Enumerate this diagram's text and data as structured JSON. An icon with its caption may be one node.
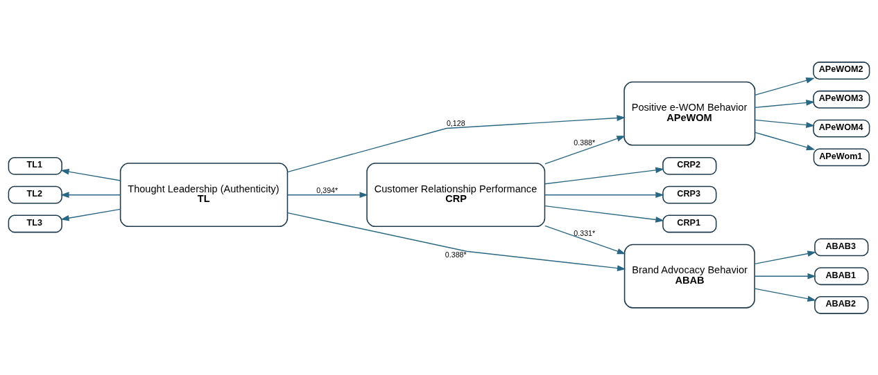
{
  "diagram": {
    "nodes": [
      {
        "text": [
          "TL1"
        ]
      },
      {
        "text": [
          "TL2"
        ]
      },
      {
        "text": [
          "TL3"
        ]
      },
      {
        "text": [
          "Thought Leadership (Authenticity)",
          "TL"
        ]
      },
      {
        "text": [
          "Customer Relationship Performance",
          "CRP"
        ]
      },
      {
        "text": [
          "Positive e-WOM Behavior",
          "APeWOM"
        ]
      },
      {
        "text": [
          "Brand Advocacy Behavior",
          "ABAB"
        ]
      },
      {
        "text": [
          "APeWom1"
        ]
      },
      {
        "text": [
          "APeWOM2"
        ]
      },
      {
        "text": [
          "APeWOM3"
        ]
      },
      {
        "text": [
          "APeWOM4"
        ]
      },
      {
        "text": [
          "CRP1"
        ]
      },
      {
        "text": [
          "CRP2"
        ]
      },
      {
        "text": [
          "CRP3"
        ]
      },
      {
        "text": [
          "ABAB1"
        ]
      },
      {
        "text": [
          "ABAB2"
        ]
      },
      {
        "text": [
          "ABAB3"
        ]
      }
    ],
    "edges": [
      {
        "from": 3,
        "to": 0,
        "arrow": "to"
      },
      {
        "from": 3,
        "to": 1,
        "arrow": "to"
      },
      {
        "from": 3,
        "to": 2,
        "arrow": "to"
      },
      {
        "from": 3,
        "to": 4,
        "arrow": "to",
        "label": "0,394*"
      },
      {
        "from": 3,
        "to": 5,
        "arrow": "to",
        "label": "0,128"
      },
      {
        "from": 4,
        "to": 5,
        "arrow": "to",
        "label": "0.388*"
      },
      {
        "from": 3,
        "to": 6,
        "arrow": "to",
        "label": "0.388*"
      },
      {
        "from": 4,
        "to": 6,
        "arrow": "to",
        "label": "0.331*"
      },
      {
        "from": 5,
        "to": 7,
        "arrow": "to"
      },
      {
        "from": 5,
        "to": 8,
        "arrow": "to"
      },
      {
        "from": 5,
        "to": 9,
        "arrow": "to"
      },
      {
        "from": 5,
        "to": 10,
        "arrow": "to"
      },
      {
        "from": 4,
        "to": 11,
        "arrow": "to"
      },
      {
        "from": 4,
        "to": 12,
        "arrow": "to"
      },
      {
        "from": 4,
        "to": 13,
        "arrow": "to"
      },
      {
        "from": 6,
        "to": 14,
        "arrow": "to"
      },
      {
        "from": 6,
        "to": 15,
        "arrow": "to"
      },
      {
        "from": 6,
        "to": 16,
        "arrow": "to"
      }
    ]
  }
}
